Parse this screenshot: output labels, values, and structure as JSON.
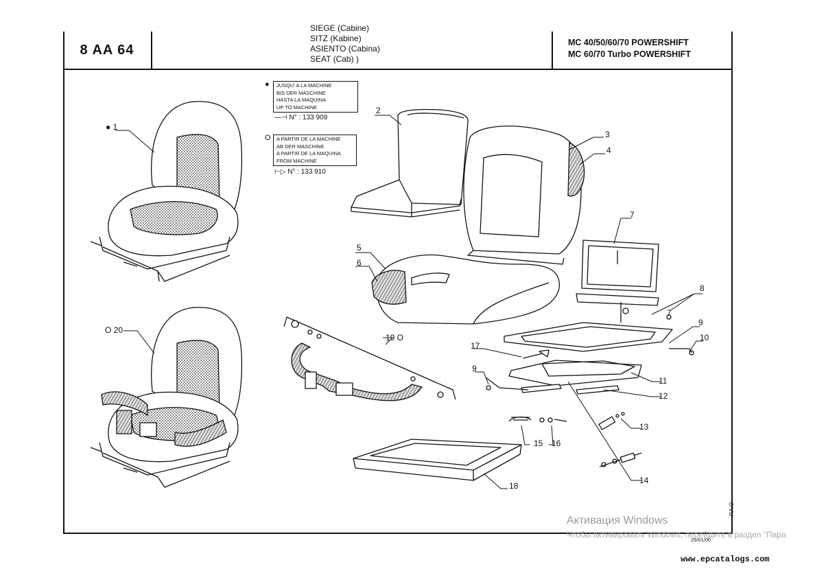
{
  "header": {
    "code": "8 AA 64",
    "titles": [
      "SIEGE (Cabine)",
      "SITZ (Kabine)",
      "ASIENTO (Cabina)",
      "SEAT (Cab) )"
    ],
    "models": [
      "MC 40/50/60/70 POWERSHIFT",
      "MC 60/70 Turbo POWERSHIFT"
    ]
  },
  "notes": {
    "until": {
      "symbol": "●",
      "lines": [
        "JUSQU' A LA MACHINE",
        "BIS DER MASCHINE",
        "HASTA LA MAQUINA",
        "UP TO MACHINE"
      ],
      "serial": "N° : 133 909"
    },
    "from": {
      "symbol": "O",
      "lines": [
        "A PARTIR DE LA MACHINE",
        "AB DER MASCHINE",
        "A PARTIR DE LA MAQUINA",
        "FROM MACHINE"
      ],
      "serial": "N° : 133 910"
    }
  },
  "callouts": [
    "● 1",
    "O 20",
    "2",
    "3",
    "4",
    "5",
    "6",
    "7",
    "7",
    "8",
    "9",
    "9",
    "10",
    "11",
    "12",
    "13",
    "14",
    "15",
    "16",
    "17",
    "18",
    "19 O"
  ],
  "footer": {
    "date": "25/01/00",
    "vertical_code": "P.A.O",
    "watermark_title": "Активация Windows",
    "watermark_text": "Чтобы активировать Windows, перейдите в раздел \"Пара",
    "site": "www.epcatalogs.com"
  }
}
